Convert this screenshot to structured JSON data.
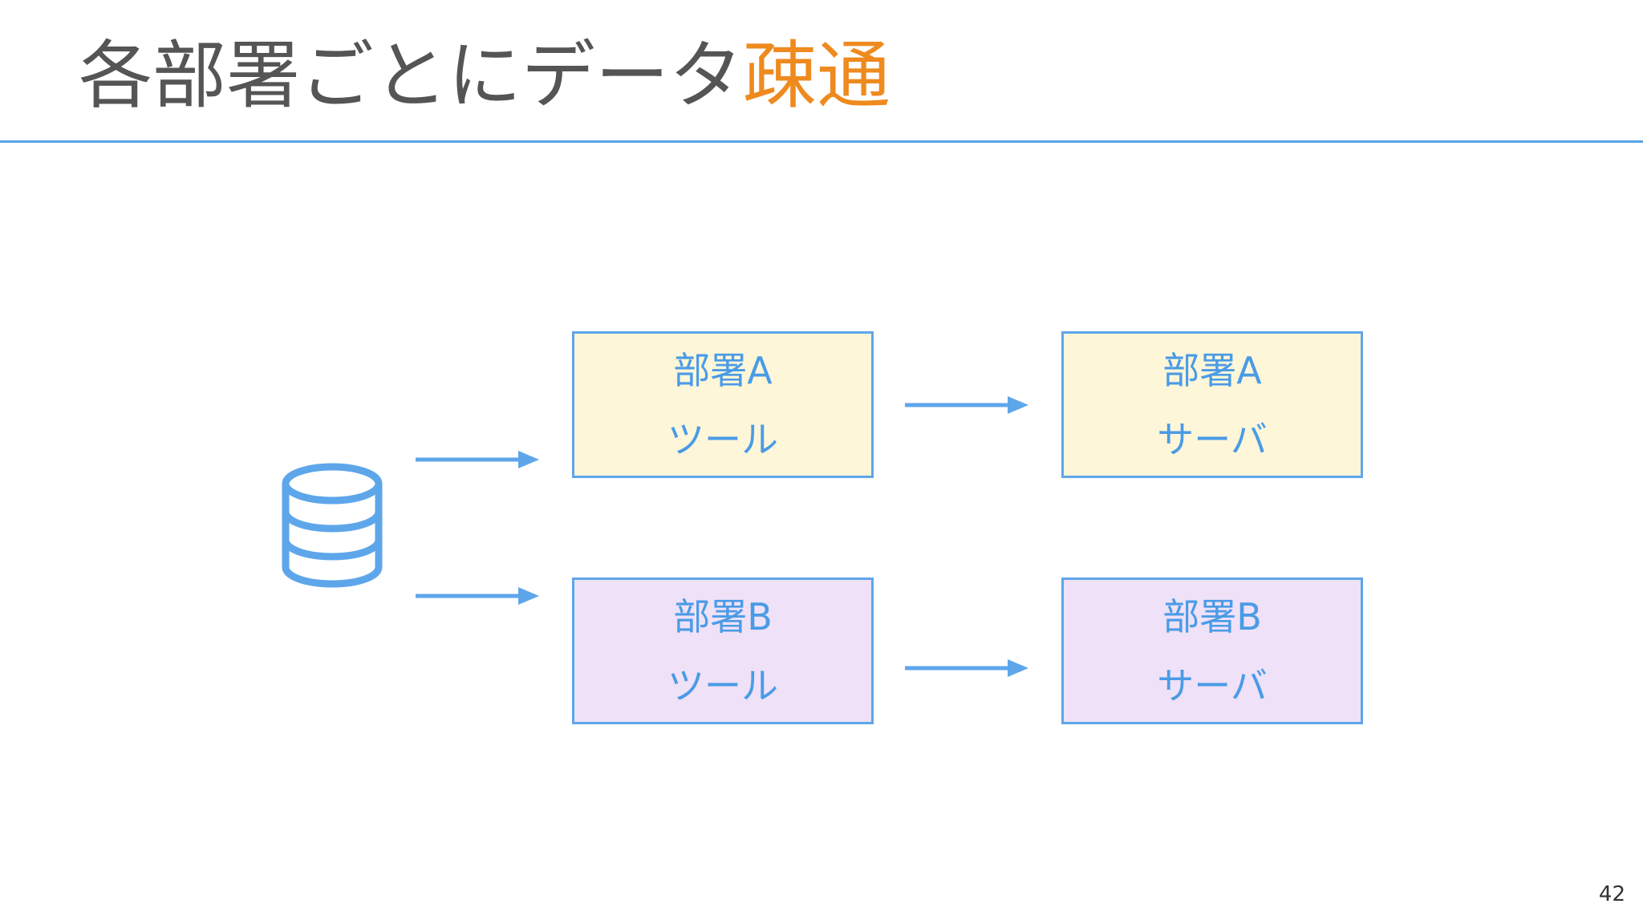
{
  "slide": {
    "title_main": "各部署ごとにデータ",
    "title_accent": "疎通",
    "page_number": "42"
  },
  "colors": {
    "title_text": "#555555",
    "title_accent": "#ee8a1e",
    "rule": "#5aa5e8",
    "box_border": "#5ea6ea",
    "box_text": "#4a9be6",
    "dept_a_fill": "#fdf6d8",
    "dept_b_fill": "#efe1f7",
    "arrow": "#5ea6ea"
  },
  "diagram": {
    "source_icon": "database-icon",
    "nodes": {
      "dept_a_tool": {
        "line1": "部署A",
        "line2": "ツール"
      },
      "dept_a_server": {
        "line1": "部署A",
        "line2": "サーバ"
      },
      "dept_b_tool": {
        "line1": "部署B",
        "line2": "ツール"
      },
      "dept_b_server": {
        "line1": "部署B",
        "line2": "サーバ"
      }
    },
    "edges": [
      {
        "from": "database",
        "to": "dept_a_tool"
      },
      {
        "from": "database",
        "to": "dept_b_tool"
      },
      {
        "from": "dept_a_tool",
        "to": "dept_a_server"
      },
      {
        "from": "dept_b_tool",
        "to": "dept_b_server"
      }
    ]
  }
}
